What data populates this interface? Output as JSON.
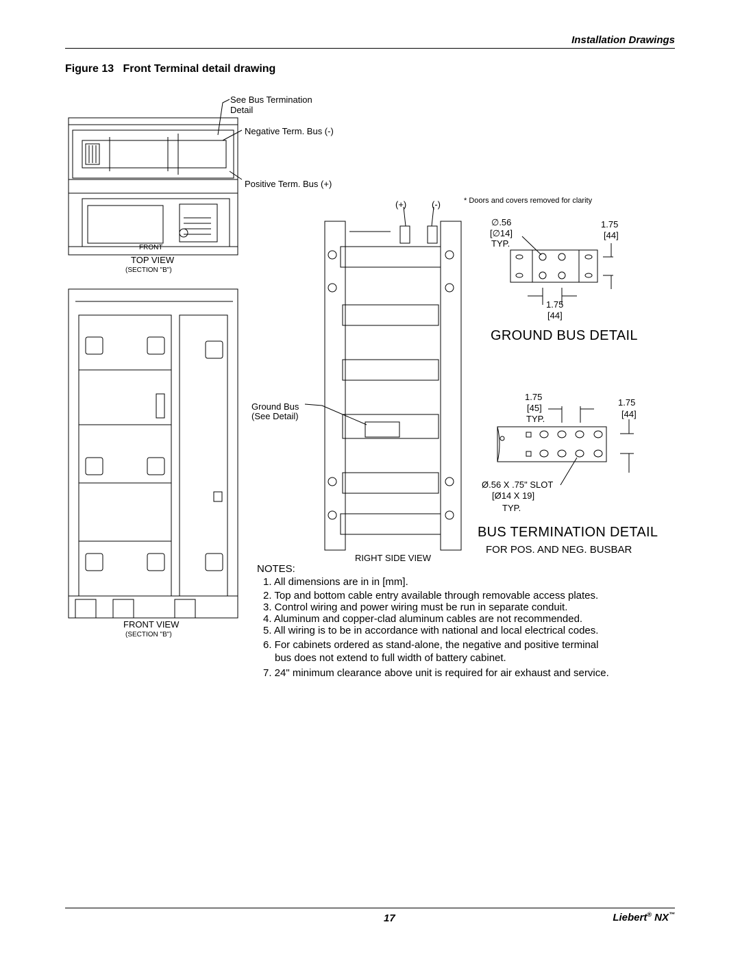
{
  "header": {
    "section": "Installation Drawings"
  },
  "figure": {
    "number": "Figure 13",
    "title": "Front Terminal detail drawing"
  },
  "callouts": {
    "see_bus_termination": "See Bus Termination",
    "detail": "Detail",
    "negative_bus": "Negative Term. Bus (-)",
    "positive_bus": "Positive Term. Bus (+)",
    "plus": "(+)",
    "minus": "(-)",
    "doors_note": "* Doors and covers removed for clarity",
    "ground_bus": "Ground Bus",
    "see_detail": "(See Detail)"
  },
  "views": {
    "front_small": "FRONT",
    "top_view": "TOP VIEW",
    "top_section": "(SECTION \"B\")",
    "front_view": "FRONT VIEW",
    "front_section": "(SECTION \"B\")",
    "right_side_view": "RIGHT SIDE VIEW"
  },
  "ground_detail": {
    "dia": "∅.56",
    "dia_mm": "[∅14]",
    "typ": "TYP.",
    "h_in": "1.75",
    "h_mm": "[44]",
    "v_in": "1.75",
    "v_mm": "[44]",
    "title": "GROUND BUS DETAIL"
  },
  "bus_detail": {
    "a_in": "1.75",
    "a_mm": "[45]",
    "a_typ": "TYP.",
    "b_in": "1.75",
    "b_mm": "[44]",
    "slot": "Ø.56 X .75\" SLOT",
    "slot_mm": "[Ø14 X 19]",
    "slot_typ": "TYP.",
    "title": "BUS TERMINATION DETAIL",
    "subtitle": "FOR POS. AND NEG. BUSBAR"
  },
  "notes": {
    "heading": "NOTES:",
    "items": [
      "1. All dimensions are in in [mm].",
      "2. Top and bottom cable entry available through removable access plates.",
      "3. Control wiring and power wiring must be run in separate conduit.",
      "4. Aluminum and copper-clad aluminum cables are not recommended.",
      "5. All wiring is to be in accordance with national and local electrical codes.",
      "6. For cabinets ordered as stand-alone, the negative and positive terminal",
      "bus does not extend to full width of battery cabinet.",
      "7. 24\" minimum clearance above unit is required for air exhaust and service."
    ]
  },
  "footer": {
    "page": "17",
    "brand": "Liebert",
    "brand_sup1": "®",
    "brand_model": "NX",
    "brand_sup2": "™"
  }
}
